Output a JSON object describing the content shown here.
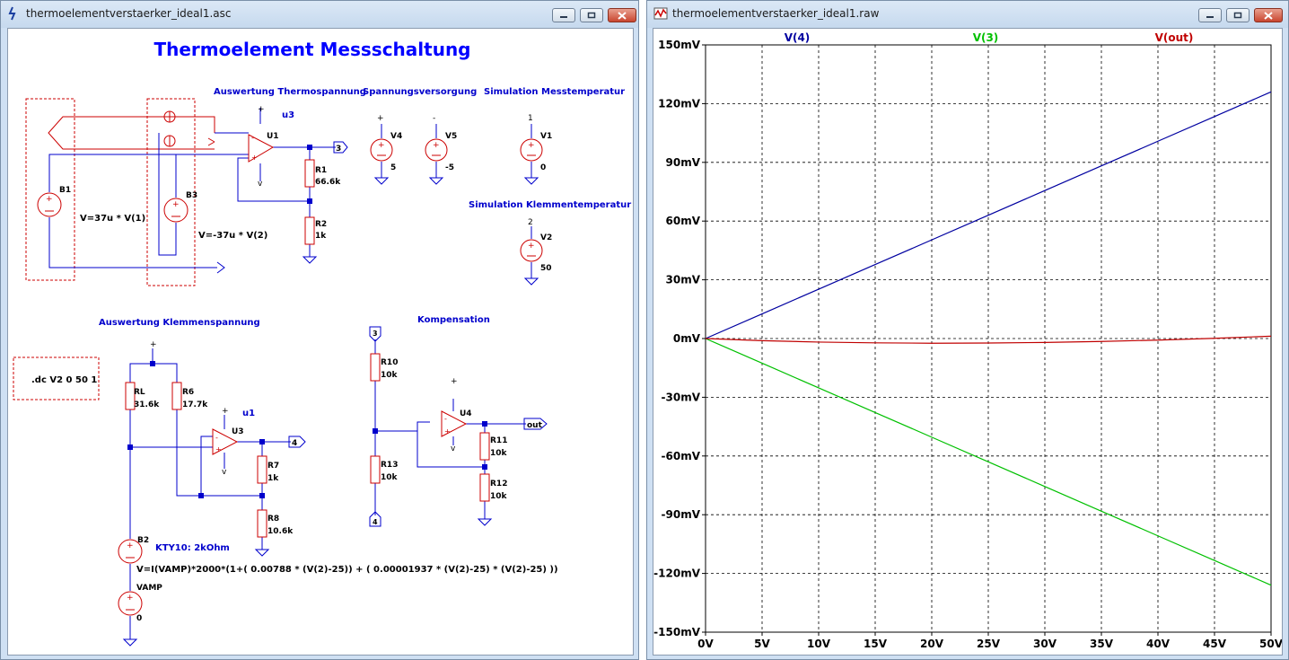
{
  "schematic_window": {
    "title": "thermoelementverstaerker_ideal1.asc",
    "heading": "Thermoelement Messschaltung",
    "sections": {
      "thermo": "Auswertung Thermospannung",
      "supply": "Spannungsversorgung",
      "sim_mess": "Simulation Messtemperatur",
      "sim_klemm": "Simulation Klemmentemperatur",
      "klemmen": "Auswertung Klemmenspannung",
      "komp": "Kompensation"
    },
    "directive": ".dc V2 0 50 1",
    "kty_label": "KTY10: 2kOhm",
    "b2_formula": "V=I(VAMP)*2000*(1+( 0.00788 * (V(2)-25)) + ( 0.00001937 * (V(2)-25) * (V(2)-25) ))",
    "b1_formula": "V=37u * V(1)",
    "b3_formula": "V=-37u * V(2)",
    "components": {
      "U1": "U1",
      "u3_name": "u3",
      "R1": "R1",
      "R1_val": "66.6k",
      "R2": "R2",
      "R2_val": "1k",
      "B1": "B1",
      "B3": "B3",
      "V4": "V4",
      "V4_val": "5",
      "V5": "V5",
      "V5_val": "-5",
      "V1": "V1",
      "V1_val": "0",
      "V2": "V2",
      "V2_val": "50",
      "RL": "RL",
      "RL_val": "31.6k",
      "R6": "R6",
      "R6_val": "17.7k",
      "U3": "U3",
      "u1_name": "u1",
      "R7": "R7",
      "R7_val": "1k",
      "R8": "R8",
      "R8_val": "10.6k",
      "B2": "B2",
      "VAMP": "VAMP",
      "VAMP_val": "0",
      "R10": "R10",
      "R10_val": "10k",
      "R13": "R13",
      "R13_val": "10k",
      "U4": "U4",
      "R11": "R11",
      "R11_val": "10k",
      "R12": "R12",
      "R12_val": "10k",
      "net3": "3",
      "net4": "4",
      "net_out": "out",
      "net3_in": "3",
      "net4_in": "4"
    }
  },
  "plot_window": {
    "title": "thermoelementverstaerker_ideal1.raw"
  },
  "chart_data": {
    "type": "line",
    "x": [
      0,
      5,
      10,
      15,
      20,
      25,
      30,
      35,
      40,
      45,
      50
    ],
    "xtick_labels": [
      "0V",
      "5V",
      "10V",
      "15V",
      "20V",
      "25V",
      "30V",
      "35V",
      "40V",
      "45V",
      "50V"
    ],
    "ytick_labels": [
      "150mV",
      "120mV",
      "90mV",
      "60mV",
      "30mV",
      "0mV",
      "-30mV",
      "-60mV",
      "-90mV",
      "-120mV",
      "-150mV"
    ],
    "xlim": [
      0,
      50
    ],
    "ylim": [
      -150,
      150
    ],
    "grid": true,
    "legend": "top",
    "series": [
      {
        "name": "V(4)",
        "color": "#0000a0",
        "values": [
          0,
          12.6,
          25.2,
          37.8,
          50.4,
          63.0,
          75.6,
          88.2,
          100.8,
          113.4,
          126.0
        ]
      },
      {
        "name": "V(3)",
        "color": "#00c000",
        "values": [
          0,
          -12.6,
          -25.2,
          -37.8,
          -50.4,
          -63.0,
          -75.6,
          -88.2,
          -100.8,
          -113.4,
          -126.0
        ]
      },
      {
        "name": "V(out)",
        "color": "#c00000",
        "values": [
          0,
          -1.1,
          -1.8,
          -2.2,
          -2.4,
          -2.3,
          -2.0,
          -1.5,
          -0.8,
          0.1,
          1.2
        ]
      }
    ]
  }
}
